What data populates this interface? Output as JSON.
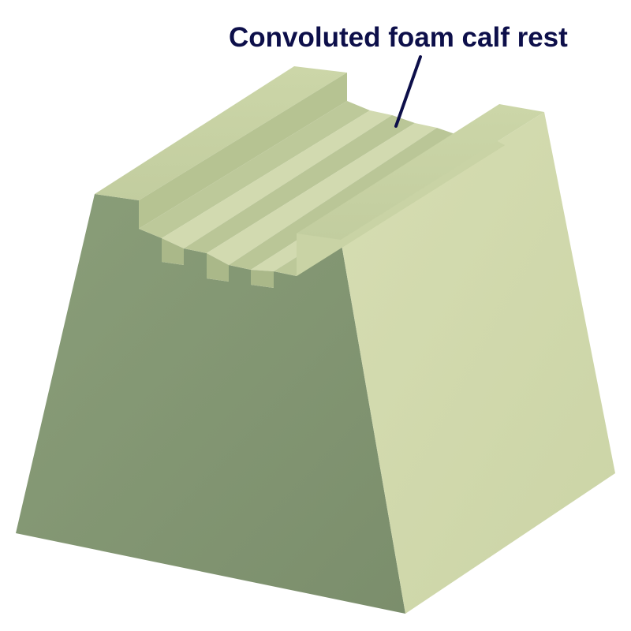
{
  "callout": {
    "label": "Convoluted foam calf rest"
  },
  "colors": {
    "label_text": "#0d0f4a",
    "leader_line": "#0d0f4a",
    "front_face": "#869a75",
    "front_face_dark": "#7b8e6c",
    "right_face": "#d0d8ac",
    "right_face_light": "#dbe2b8",
    "top_surface": "#c6d1a3",
    "ridge_top": "#d3dbb0",
    "groove_floor": "#b9c596",
    "step_face": "#a8b587",
    "background": "#ffffff"
  },
  "object": {
    "name": "convoluted-foam-block",
    "groove_count": 3
  }
}
